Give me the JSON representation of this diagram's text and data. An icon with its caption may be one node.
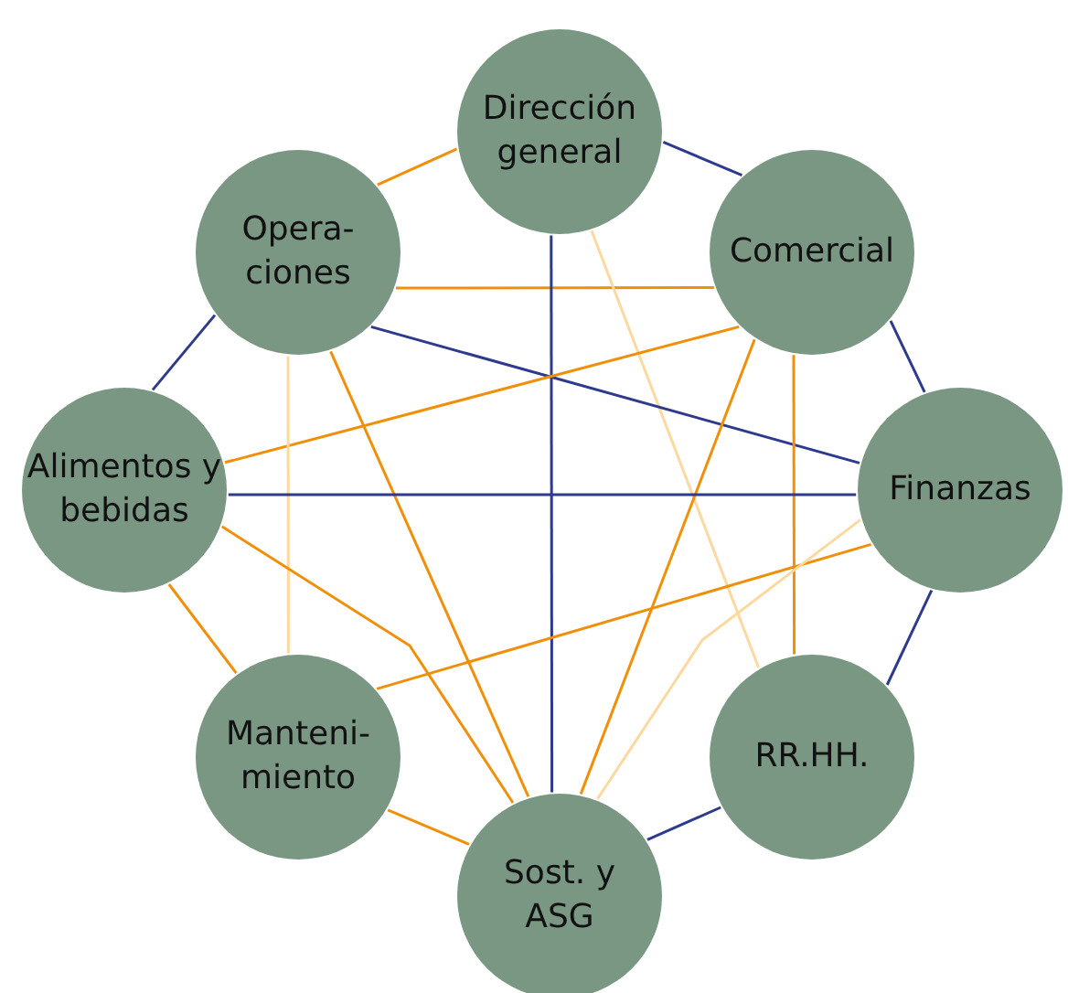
{
  "diagram": {
    "nodes": [
      {
        "text": [
          "Dirección general"
        ]
      },
      {
        "text": [
          "Opera- ciones"
        ]
      },
      {
        "text": [
          "Comercial"
        ]
      },
      {
        "text": [
          "Alimentos y bebidas"
        ]
      },
      {
        "text": [
          "Finanzas"
        ]
      },
      {
        "text": [
          "Manteni- miento"
        ]
      },
      {
        "text": [
          "RR.HH."
        ]
      },
      {
        "text": [
          "Sost. y ASG"
        ]
      }
    ],
    "edges": [
      {
        "from": 1,
        "to": 0,
        "arrow": "none"
      },
      {
        "from": 0,
        "to": 2,
        "arrow": "none",
        "color": "#2e3a8c"
      },
      {
        "from": 1,
        "to": 3,
        "arrow": "none",
        "color": "#2e3a8c"
      },
      {
        "from": 2,
        "to": 4,
        "arrow": "none",
        "color": "#2e3a8c"
      },
      {
        "from": 3,
        "to": 5,
        "arrow": "none"
      },
      {
        "from": 4,
        "to": 6,
        "arrow": "none",
        "color": "#2e3a8c"
      },
      {
        "from": 5,
        "to": 7,
        "arrow": "none"
      },
      {
        "from": 7,
        "to": 6,
        "arrow": "none",
        "color": "#2e3a8c"
      },
      {
        "from": 1,
        "to": 2,
        "arrow": "none"
      },
      {
        "from": 0,
        "to": 7,
        "arrow": "none",
        "color": "#2e3a8c"
      },
      {
        "from": 0,
        "to": 6,
        "arrow": "none",
        "color": "#fbd9a0"
      },
      {
        "from": 1,
        "to": 4,
        "arrow": "none",
        "color": "#2e3a8c"
      },
      {
        "from": 2,
        "to": 3,
        "arrow": "none"
      },
      {
        "from": 1,
        "to": 5,
        "arrow": "none",
        "color": "#fbd9a0"
      },
      {
        "from": 1,
        "to": 7,
        "arrow": "none"
      },
      {
        "from": 2,
        "to": 7,
        "arrow": "none"
      },
      {
        "from": 2,
        "to": 6,
        "arrow": "none"
      },
      {
        "from": 3,
        "to": 4,
        "arrow": "none",
        "color": "#2e3a8c"
      },
      {
        "from": 3,
        "to": 7,
        "arrow": "none"
      },
      {
        "from": 4,
        "to": 5,
        "arrow": "none"
      },
      {
        "from": 4,
        "to": 7,
        "arrow": "none",
        "color": "#fbd9a0"
      }
    ]
  }
}
